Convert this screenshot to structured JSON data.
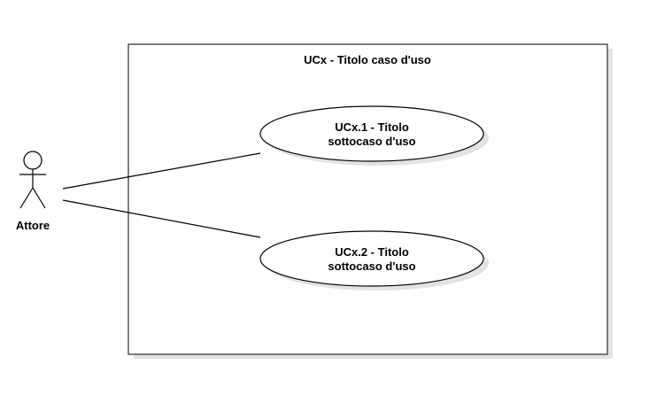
{
  "diagram": {
    "system_title": "UCx - Titolo caso d'uso",
    "actor_label": "Attore",
    "use_cases": [
      {
        "line1": "UCx.1 - Titolo",
        "line2": "sottocaso d'uso"
      },
      {
        "line1": "UCx.2 - Titolo",
        "line2": "sottocaso d'uso"
      }
    ]
  },
  "colors": {
    "stroke": "#000000",
    "frame_stroke": "#555555",
    "shadow": "#d9d9d9",
    "background": "#ffffff"
  }
}
